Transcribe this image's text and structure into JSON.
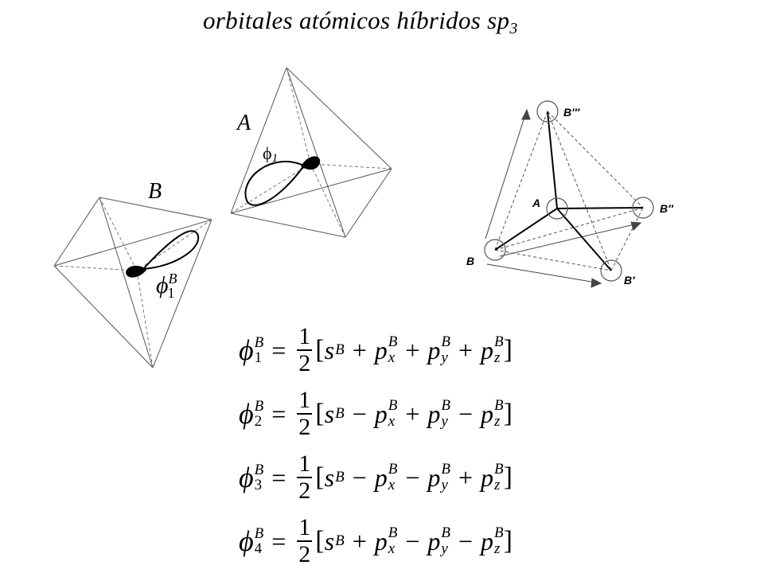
{
  "title": {
    "text": "orbitales atómicos híbridos sp",
    "subscript": "3"
  },
  "diagram": {
    "labels": {
      "A_left": "A",
      "phi1_A": "ϕ",
      "phi1_A_sub": "1",
      "B_left": "B",
      "phi1_B": "ϕ",
      "phi1_B_sub": "1",
      "phi1_B_sup": "B",
      "right_Bppp": "B′′′",
      "right_A": "A",
      "right_Bpp": "B′′",
      "right_B": "B",
      "right_Bp": "B′"
    }
  },
  "formulas": [
    {
      "lhs": "ϕ",
      "lhs_sup": "B",
      "lhs_sub": "1",
      "eq": "=",
      "num": "1",
      "den": "2",
      "open": "[",
      "close": "]",
      "terms": [
        {
          "sign": "",
          "base": "s",
          "sup": "B",
          "sub": ""
        },
        {
          "sign": "+",
          "base": "p",
          "sup": "B",
          "sub": "x"
        },
        {
          "sign": "+",
          "base": "p",
          "sup": "B",
          "sub": "y"
        },
        {
          "sign": "+",
          "base": "p",
          "sup": "B",
          "sub": "z"
        }
      ]
    },
    {
      "lhs": "ϕ",
      "lhs_sup": "B",
      "lhs_sub": "2",
      "eq": "=",
      "num": "1",
      "den": "2",
      "open": "[",
      "close": "]",
      "terms": [
        {
          "sign": "",
          "base": "s",
          "sup": "B",
          "sub": ""
        },
        {
          "sign": "−",
          "base": "p",
          "sup": "B",
          "sub": "x"
        },
        {
          "sign": "+",
          "base": "p",
          "sup": "B",
          "sub": "y"
        },
        {
          "sign": "−",
          "base": "p",
          "sup": "B",
          "sub": "z"
        }
      ]
    },
    {
      "lhs": "ϕ",
      "lhs_sup": "B",
      "lhs_sub": "3",
      "eq": "=",
      "num": "1",
      "den": "2",
      "open": "[",
      "close": "]",
      "terms": [
        {
          "sign": "",
          "base": "s",
          "sup": "B",
          "sub": ""
        },
        {
          "sign": "−",
          "base": "p",
          "sup": "B",
          "sub": "x"
        },
        {
          "sign": "−",
          "base": "p",
          "sup": "B",
          "sub": "y"
        },
        {
          "sign": "+",
          "base": "p",
          "sup": "B",
          "sub": "z"
        }
      ]
    },
    {
      "lhs": "ϕ",
      "lhs_sup": "B",
      "lhs_sub": "4",
      "eq": "=",
      "num": "1",
      "den": "2",
      "open": "[",
      "close": "]",
      "terms": [
        {
          "sign": "",
          "base": "s",
          "sup": "B",
          "sub": ""
        },
        {
          "sign": "+",
          "base": "p",
          "sup": "B",
          "sub": "x"
        },
        {
          "sign": "−",
          "base": "p",
          "sup": "B",
          "sub": "y"
        },
        {
          "sign": "−",
          "base": "p",
          "sup": "B",
          "sub": "z"
        }
      ]
    }
  ]
}
